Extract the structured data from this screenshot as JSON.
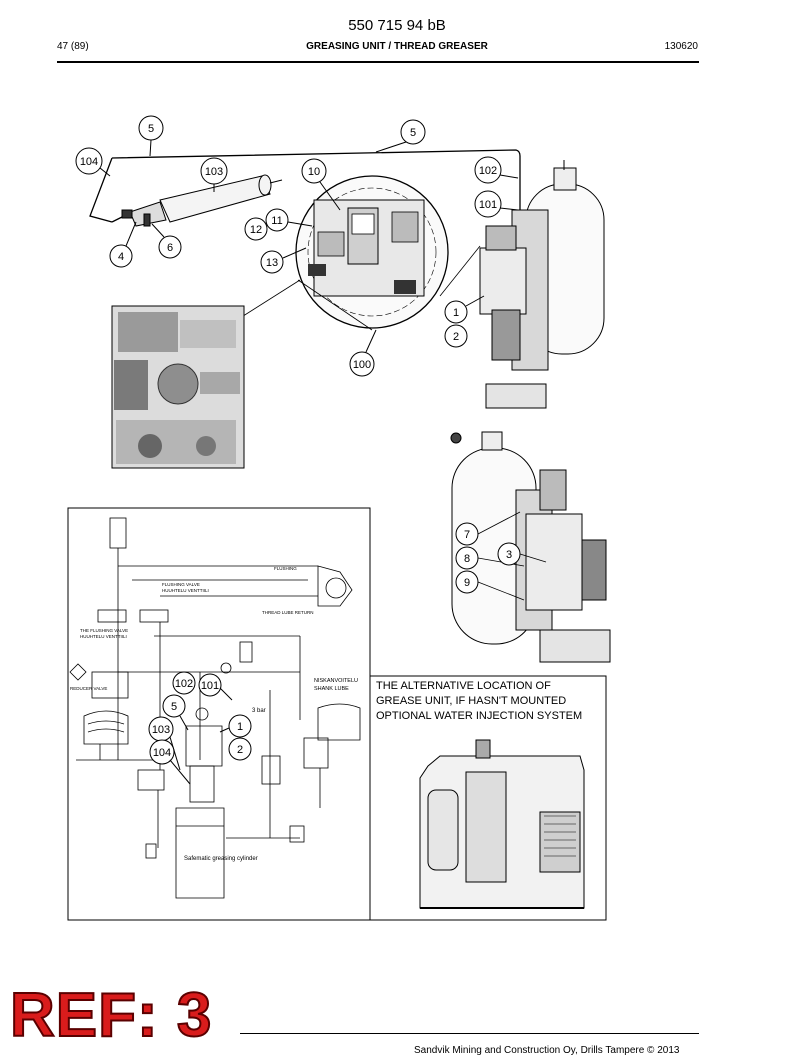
{
  "header": {
    "doc_number": "550 715 94 bB",
    "page": "47 (89)",
    "title": "GREASING UNIT / THREAD GREASER",
    "date_code": "130620"
  },
  "callouts_top": [
    "5",
    "5",
    "104",
    "103",
    "10",
    "102",
    "101",
    "11",
    "12",
    "6",
    "4",
    "13",
    "1",
    "2",
    "100"
  ],
  "callouts_right": [
    "7",
    "8",
    "9",
    "3"
  ],
  "callouts_schematic": [
    "102",
    "101",
    "5",
    "103",
    "1",
    "104",
    "2"
  ],
  "schematic_labels": {
    "flushing_valve": "FLUSHING VALVE",
    "flushing_valve_sub": "HUUHTELU VENTTIILI",
    "flushing_valve_2": "THE FLUSHING VALVE",
    "flushing_valve_2_sub": "HUUHTELU VENTTIILI",
    "reducer_valve": "REDUCER VALVE",
    "shank_lube": "SHANK LUBE",
    "shank_lube_fi": "NISKANVOITELU",
    "cylinder": "Safematic greasing cylinder",
    "bar": "3 bar",
    "flushing": "FLUSHING",
    "thread_lube_return": "THREAD LUBE RETURN"
  },
  "alt_location": {
    "line1": "THE ALTERNATIVE LOCATION OF",
    "line2": "GREASE UNIT, IF HASN'T MOUNTED",
    "line3": "OPTIONAL WATER INJECTION  SYSTEM"
  },
  "stamp": "REF: 3",
  "footer": "Sandvik Mining and Construction Oy, Drills Tampere © 2013"
}
